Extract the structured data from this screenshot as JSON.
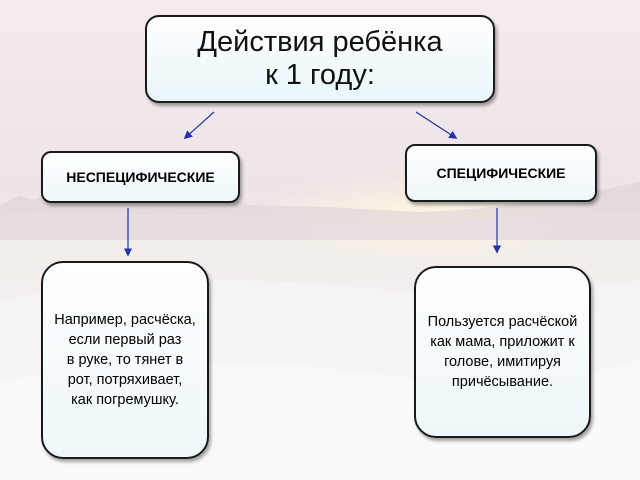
{
  "title": {
    "line1": "Действия ребёнка",
    "line2": "к 1 году:"
  },
  "left_branch": {
    "heading": "НЕСПЕЦИФИЧЕСКИЕ",
    "example_lines": [
      "Например, расчёска,",
      "если первый раз",
      "в руке, то тянет в",
      "рот, потряхивает,",
      "как погремушку."
    ]
  },
  "right_branch": {
    "heading": "СПЕЦИФИЧЕСКИЕ",
    "example_lines": [
      "Пользуется расчёской",
      "как мама, приложит к",
      "голове, имитируя",
      "причёсывание."
    ]
  },
  "colors": {
    "arrow": "#2433a8",
    "box_border": "#1a1a1a",
    "box_fill": "#eef8fb"
  }
}
